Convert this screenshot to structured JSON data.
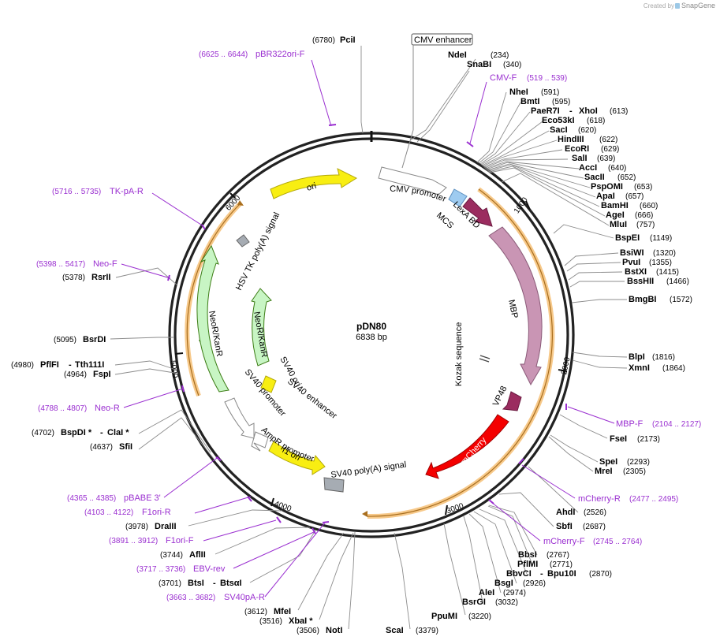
{
  "watermark": {
    "text": "Created by",
    "brand": "SnapGene"
  },
  "plasmid": {
    "name": "pDN80",
    "length_label": "6838 bp",
    "length": 6838
  },
  "ticks": [
    1000,
    2000,
    3000,
    4000,
    5000,
    6000
  ],
  "enzymes": [
    {
      "name": "PciI",
      "pos": "(6780)",
      "bp": 6780
    },
    {
      "name": "NdeI",
      "pos": "(234)",
      "bp": 234
    },
    {
      "name": "SnaBI",
      "pos": "(340)",
      "bp": 340
    },
    {
      "name": "NheI",
      "pos": "(591)",
      "bp": 591
    },
    {
      "name": "BmtI",
      "pos": "(595)",
      "bp": 595
    },
    {
      "name": "PaeR7I",
      "pos": "",
      "bp": 613
    },
    {
      "name": "XhoI",
      "pos": "(613)",
      "bp": 613
    },
    {
      "name": "Eco53kI",
      "pos": "(618)",
      "bp": 618
    },
    {
      "name": "SacI",
      "pos": "(620)",
      "bp": 620
    },
    {
      "name": "HindIII",
      "pos": "(622)",
      "bp": 622
    },
    {
      "name": "EcoRI",
      "pos": "(629)",
      "bp": 629
    },
    {
      "name": "SalI",
      "pos": "(639)",
      "bp": 639
    },
    {
      "name": "AccI",
      "pos": "(640)",
      "bp": 640
    },
    {
      "name": "SacII",
      "pos": "(652)",
      "bp": 652
    },
    {
      "name": "PspOMI",
      "pos": "(653)",
      "bp": 653
    },
    {
      "name": "ApaI",
      "pos": "(657)",
      "bp": 657
    },
    {
      "name": "BamHI",
      "pos": "(660)",
      "bp": 660
    },
    {
      "name": "AgeI",
      "pos": "(666)",
      "bp": 666
    },
    {
      "name": "MluI",
      "pos": "(757)",
      "bp": 757
    },
    {
      "name": "BspEI",
      "pos": "(1149)",
      "bp": 1149
    },
    {
      "name": "BsiWI",
      "pos": "(1320)",
      "bp": 1320
    },
    {
      "name": "PvuI",
      "pos": "(1355)",
      "bp": 1355
    },
    {
      "name": "BstXI",
      "pos": "(1415)",
      "bp": 1415
    },
    {
      "name": "BssHII",
      "pos": "(1466)",
      "bp": 1466
    },
    {
      "name": "BmgBI",
      "pos": "(1572)",
      "bp": 1572
    },
    {
      "name": "BlpI",
      "pos": "(1816)",
      "bp": 1816
    },
    {
      "name": "XmnI",
      "pos": "(1864)",
      "bp": 1864
    },
    {
      "name": "FseI",
      "pos": "(2173)",
      "bp": 2173
    },
    {
      "name": "SpeI",
      "pos": "(2293)",
      "bp": 2293
    },
    {
      "name": "MreI",
      "pos": "(2305)",
      "bp": 2305
    },
    {
      "name": "AhdI",
      "pos": "(2526)",
      "bp": 2526
    },
    {
      "name": "SbfI",
      "pos": "(2687)",
      "bp": 2687
    },
    {
      "name": "BbsI",
      "pos": "(2767)",
      "bp": 2767
    },
    {
      "name": "PflMI",
      "pos": "(2771)",
      "bp": 2771
    },
    {
      "name": "BbvCI",
      "pos": "",
      "bp": 2870
    },
    {
      "name": "Bpu10I",
      "pos": "(2870)",
      "bp": 2870
    },
    {
      "name": "BsgI",
      "pos": "(2926)",
      "bp": 2926
    },
    {
      "name": "AleI",
      "pos": "(2974)",
      "bp": 2974
    },
    {
      "name": "BsrGI",
      "pos": "(3032)",
      "bp": 3032
    },
    {
      "name": "PpuMI",
      "pos": "(3220)",
      "bp": 3220
    },
    {
      "name": "ScaI",
      "pos": "(3379)",
      "bp": 3379
    },
    {
      "name": "NotI",
      "pos": "(3506)",
      "bp": 3506
    },
    {
      "name": "XbaI *",
      "pos": "(3516)",
      "bp": 3516
    },
    {
      "name": "MfeI",
      "pos": "(3612)",
      "bp": 3612
    },
    {
      "name": "BtsI",
      "pos": "(3701)",
      "bp": 3701
    },
    {
      "name": "BtsαI",
      "pos": "",
      "bp": 3701
    },
    {
      "name": "AflII",
      "pos": "(3744)",
      "bp": 3744
    },
    {
      "name": "DraIII",
      "pos": "(3978)",
      "bp": 3978
    },
    {
      "name": "SfiI",
      "pos": "(4637)",
      "bp": 4637
    },
    {
      "name": "BspDI *",
      "pos": "(4702)",
      "bp": 4702
    },
    {
      "name": "ClaI *",
      "pos": "",
      "bp": 4702
    },
    {
      "name": "FspI",
      "pos": "(4964)",
      "bp": 4964
    },
    {
      "name": "PflFI",
      "pos": "(4980)",
      "bp": 4980
    },
    {
      "name": "Tth111I",
      "pos": "",
      "bp": 4980
    },
    {
      "name": "BsrDI",
      "pos": "(5095)",
      "bp": 5095
    },
    {
      "name": "RsrII",
      "pos": "(5378)",
      "bp": 5378
    }
  ],
  "primers": [
    {
      "name": "pBR322ori-F",
      "pos": "(6625 .. 6644)",
      "bp": 6634
    },
    {
      "name": "CMV-F",
      "pos": "(519 .. 539)",
      "bp": 529
    },
    {
      "name": "MBP-F",
      "pos": "(2104 .. 2127)",
      "bp": 2115
    },
    {
      "name": "mCherry-R",
      "pos": "(2477 .. 2495)",
      "bp": 2486
    },
    {
      "name": "mCherry-F",
      "pos": "(2745 .. 2764)",
      "bp": 2754
    },
    {
      "name": "SV40pA-R",
      "pos": "(3663 .. 3682)",
      "bp": 3672
    },
    {
      "name": "EBV-rev",
      "pos": "(3717 .. 3736)",
      "bp": 3726
    },
    {
      "name": "F1ori-F",
      "pos": "(3891 .. 3912)",
      "bp": 3901
    },
    {
      "name": "F1ori-R",
      "pos": "(4103 .. 4122)",
      "bp": 4112
    },
    {
      "name": "pBABE 3'",
      "pos": "(4365 .. 4385)",
      "bp": 4375
    },
    {
      "name": "Neo-R",
      "pos": "(4788 .. 4807)",
      "bp": 4797
    },
    {
      "name": "Neo-F",
      "pos": "(5398 .. 5417)",
      "bp": 5407
    },
    {
      "name": "TK-pA-R",
      "pos": "(5716 .. 5735)",
      "bp": 5725
    }
  ],
  "features": [
    {
      "name": "CMV enhancer",
      "color": "#ffffff",
      "boxed": true
    },
    {
      "name": "CMV promoter",
      "color": "#ffffff"
    },
    {
      "name": "MCS",
      "color": "#9ecbf0"
    },
    {
      "name": "LexA BD",
      "color": "#9b2c5f"
    },
    {
      "name": "MBP",
      "color": "#c995b4"
    },
    {
      "name": "Kozak sequence",
      "color": "#ffffff"
    },
    {
      "name": "VP48",
      "color": "#9b2c5f"
    },
    {
      "name": "mCherry",
      "color": "#f40000"
    },
    {
      "name": "SV40 poly(A) signal",
      "color": "#a6acb3"
    },
    {
      "name": "f1 ori",
      "color": "#f8ee12"
    },
    {
      "name": "AmpR promoter",
      "color": "#ffffff"
    },
    {
      "name": "SV40 promoter",
      "color": "#ffffff"
    },
    {
      "name": "SV40 ori",
      "color": "#f8ee12"
    },
    {
      "name": "SV40 enhancer",
      "color": "#ffffff"
    },
    {
      "name": "NeoR/KanR",
      "color": "#c8f5c4"
    },
    {
      "name": "HSV TK poly(A) signal",
      "color": "#a6acb3"
    },
    {
      "name": "ori",
      "color": "#f8ee12"
    }
  ]
}
